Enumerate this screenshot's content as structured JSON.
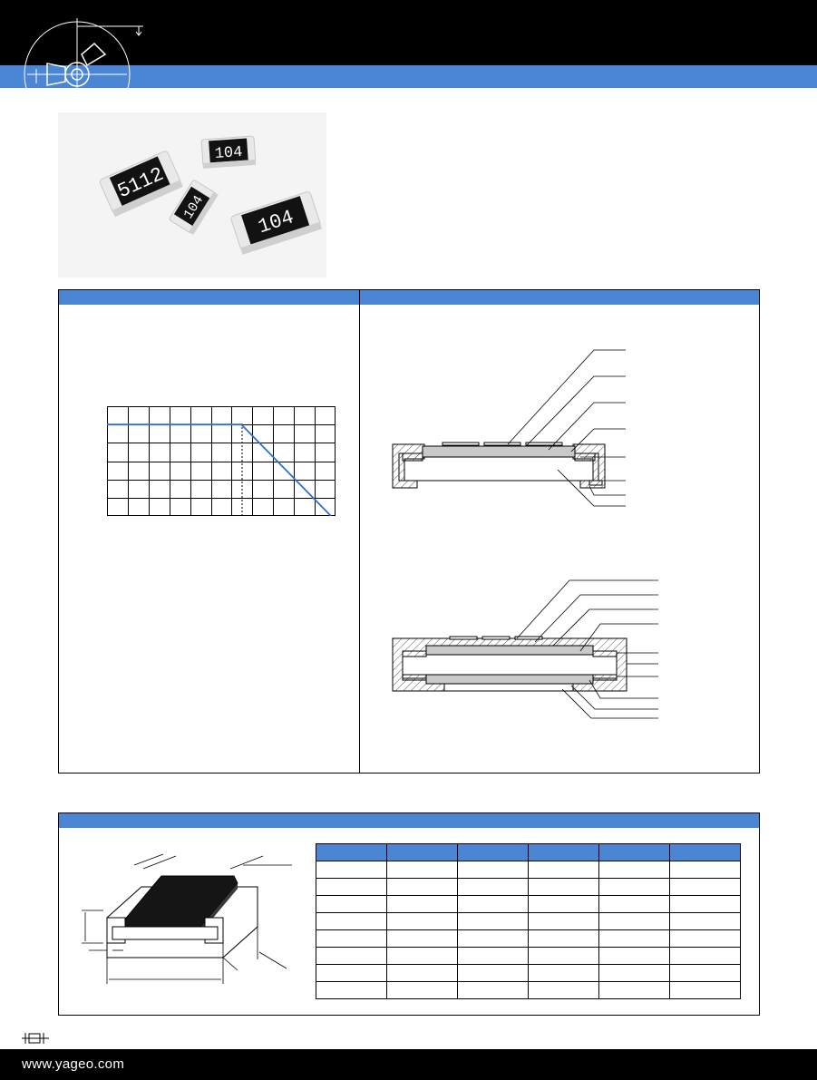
{
  "photo": {
    "chip_markings": [
      "5112",
      "104",
      "104",
      "104"
    ]
  },
  "footer": {
    "website": "www.yageo.com"
  },
  "colors": {
    "brand_blue": "#4a86d4",
    "header_black": "#000000",
    "derating_line": "#2f6fd0"
  },
  "derating_curve": {
    "type": "line",
    "flat_level": 1.0,
    "knee": 0.6,
    "end": 1.0,
    "end_level": 0.0
  }
}
